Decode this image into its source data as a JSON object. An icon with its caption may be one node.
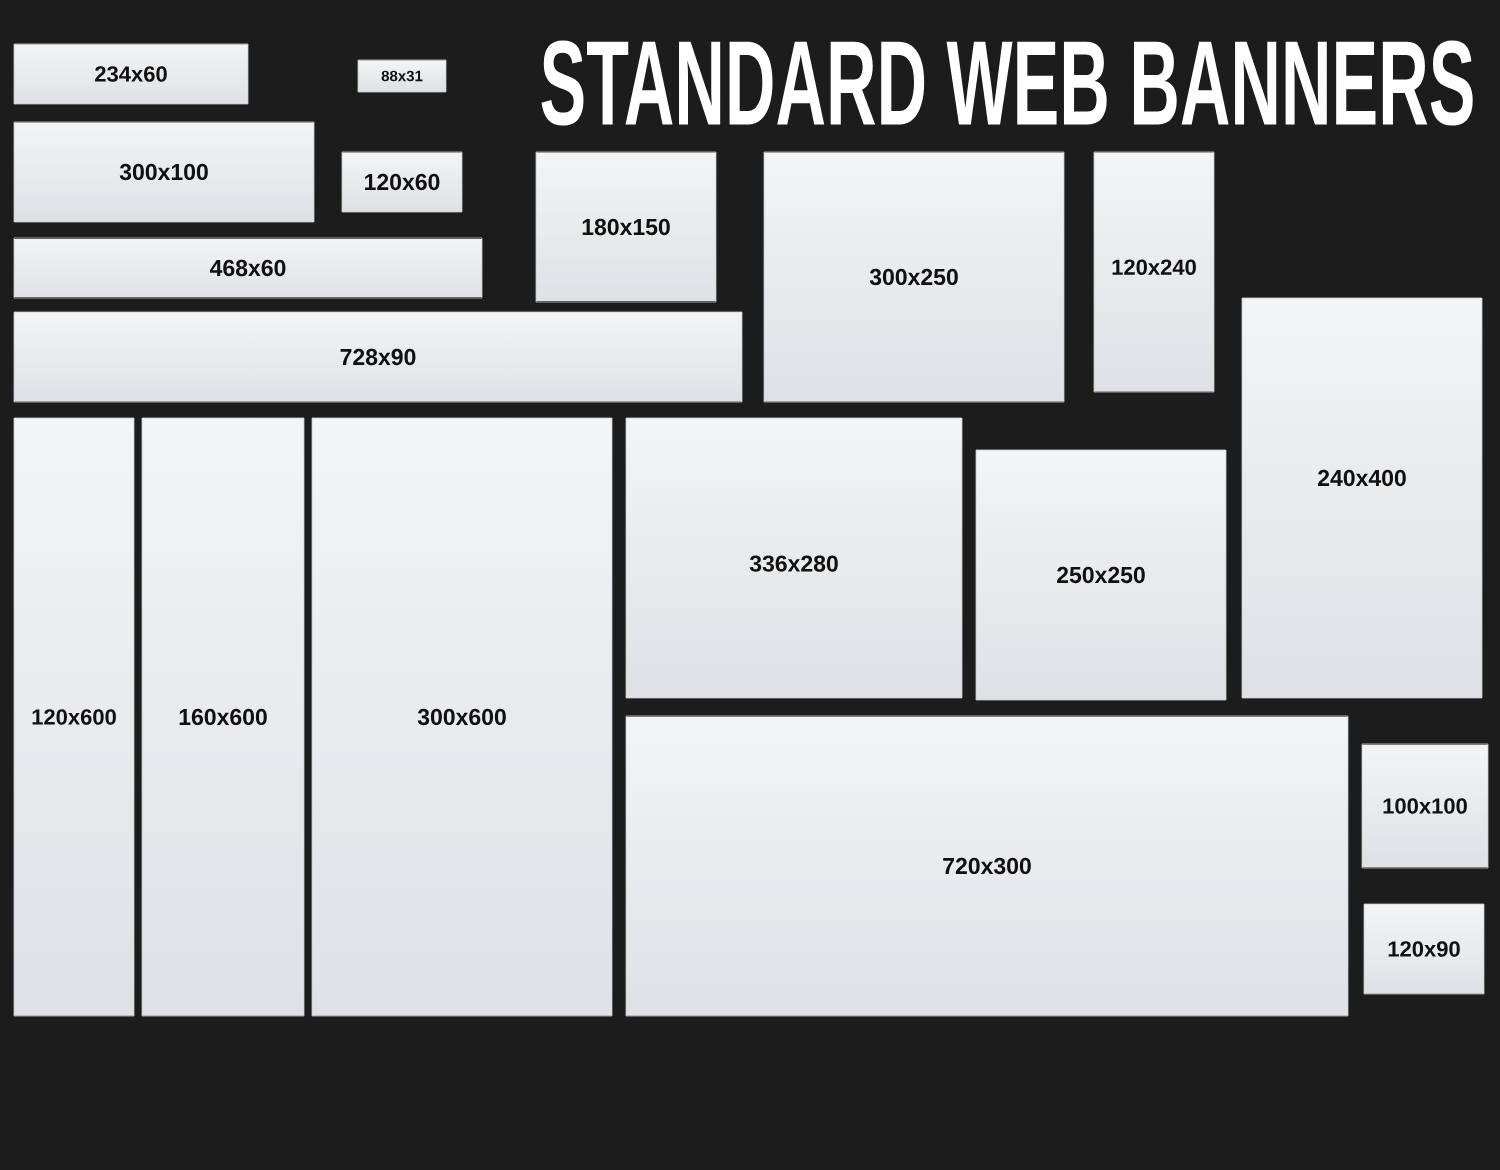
{
  "diagram": {
    "title": "STANDARD WEB BANNERS",
    "nodes": [
      {
        "text": [
          "234x60"
        ]
      },
      {
        "text": [
          "88x31"
        ]
      },
      {
        "text": [
          "300x100"
        ]
      },
      {
        "text": [
          "120x60"
        ]
      },
      {
        "text": [
          "180x150"
        ]
      },
      {
        "text": [
          "300x250"
        ]
      },
      {
        "text": [
          "120x240"
        ]
      },
      {
        "text": [
          "468x60"
        ]
      },
      {
        "text": [
          "240x400"
        ]
      },
      {
        "text": [
          "728x90"
        ]
      },
      {
        "text": [
          "120x600"
        ]
      },
      {
        "text": [
          "160x600"
        ]
      },
      {
        "text": [
          "300x600"
        ]
      },
      {
        "text": [
          "336x280"
        ]
      },
      {
        "text": [
          "250x250"
        ]
      },
      {
        "text": [
          "720x300"
        ]
      },
      {
        "text": [
          "100x100"
        ]
      },
      {
        "text": [
          "120x90"
        ]
      }
    ]
  }
}
